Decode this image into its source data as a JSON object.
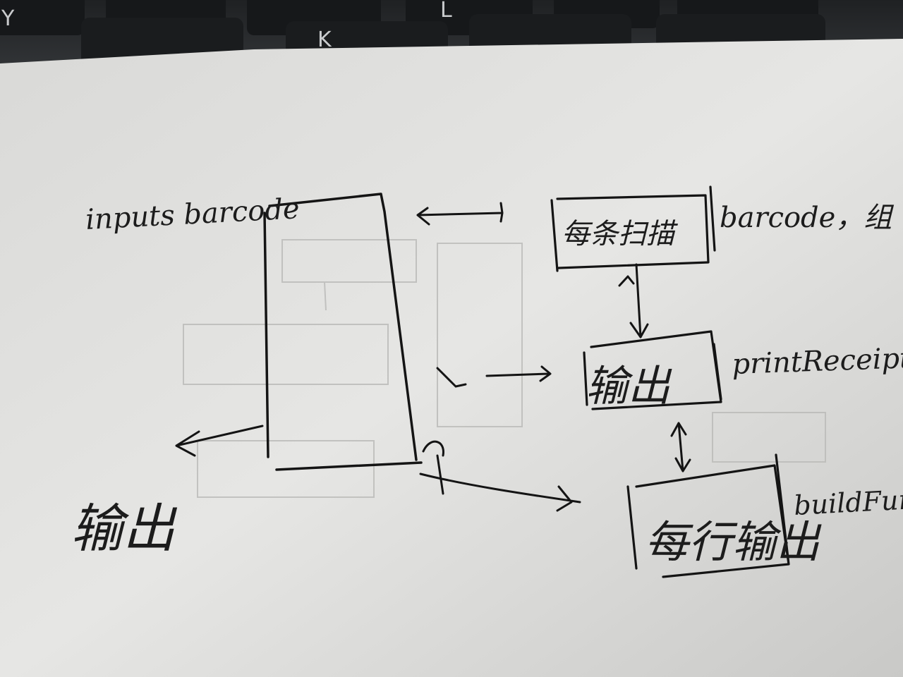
{
  "keyboard": {
    "keys": [
      "Y",
      "K",
      "L"
    ]
  },
  "diagram": {
    "input_label": "inputs barcode",
    "output_label": "输出",
    "box_top_text": "每条扫描",
    "box_top_note": "barcode，组",
    "box_mid_text": "输出",
    "box_mid_note": "printReceipt",
    "box_bottom_text": "每行输出",
    "box_bottom_note": "buildFun"
  }
}
